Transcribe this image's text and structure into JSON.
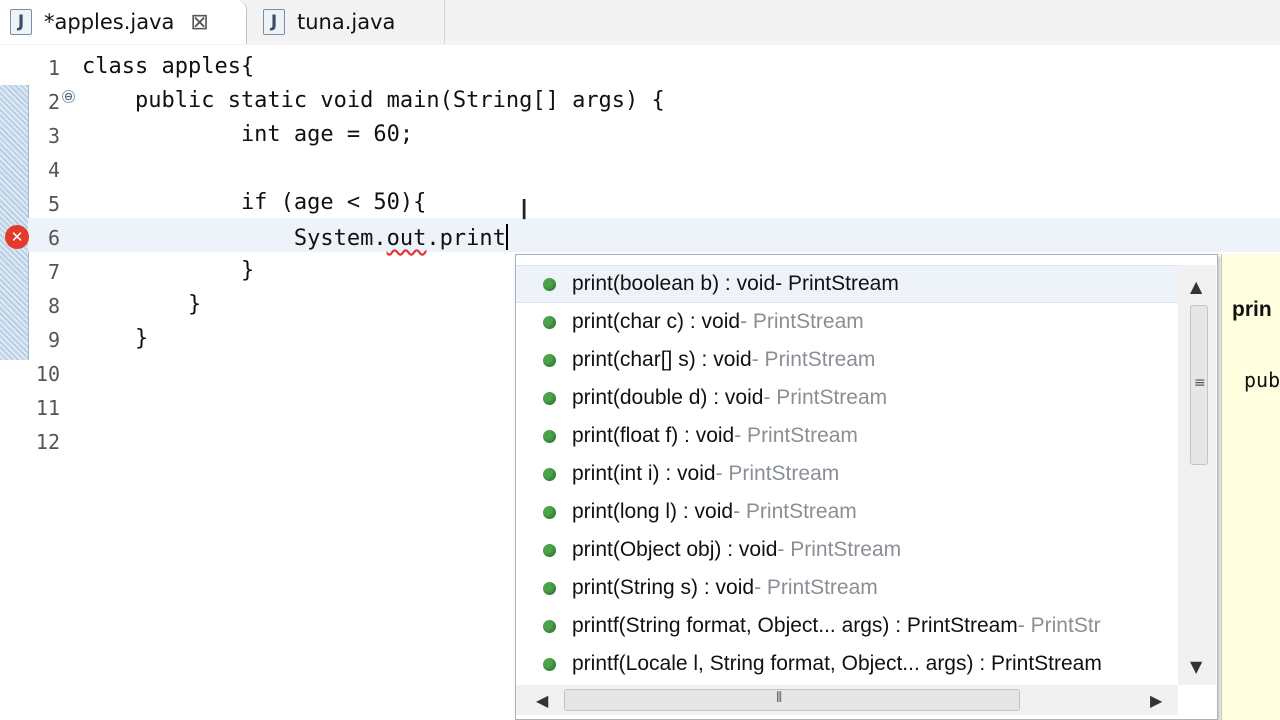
{
  "tabs": [
    {
      "label": "*apples.java",
      "icon": "J",
      "close": "⊠"
    },
    {
      "label": "tuna.java",
      "icon": "J"
    }
  ],
  "editor": {
    "line_numbers": [
      "1",
      "2",
      "3",
      "4",
      "5",
      "6",
      "7",
      "8",
      "9",
      "10",
      "11",
      "12"
    ],
    "lines": [
      "class apples{",
      "    public static void main(String[] args) {",
      "            int age = 60;",
      "",
      "            if (age < 50){",
      "                System.",
      "            }",
      "        }",
      "    }",
      "",
      "",
      ""
    ],
    "line6_out": "out",
    "line6_dot": ".",
    "line6_print": "print",
    "fold_symbol": "⊖",
    "error_symbol": "✕"
  },
  "completion": {
    "items": [
      {
        "signature": "print(boolean b) : void",
        "declaring": " - PrintStream"
      },
      {
        "signature": "print(char c) : void",
        "declaring": " - PrintStream"
      },
      {
        "signature": "print(char[] s) : void",
        "declaring": " - PrintStream"
      },
      {
        "signature": "print(double d) : void",
        "declaring": " - PrintStream"
      },
      {
        "signature": "print(float f) : void",
        "declaring": " - PrintStream"
      },
      {
        "signature": "print(int i) : void",
        "declaring": " - PrintStream"
      },
      {
        "signature": "print(long l) : void",
        "declaring": " - PrintStream"
      },
      {
        "signature": "print(Object obj) : void",
        "declaring": " - PrintStream"
      },
      {
        "signature": "print(String s) : void",
        "declaring": " - PrintStream"
      },
      {
        "signature": "printf(String format, Object... args) : PrintStream",
        "declaring": " - PrintStr"
      },
      {
        "signature": "printf(Locale l, String format, Object... args) : PrintStream",
        "declaring": ""
      }
    ],
    "selected_index": 0
  },
  "doc_panel": {
    "title": "prin",
    "signature": "pub"
  }
}
